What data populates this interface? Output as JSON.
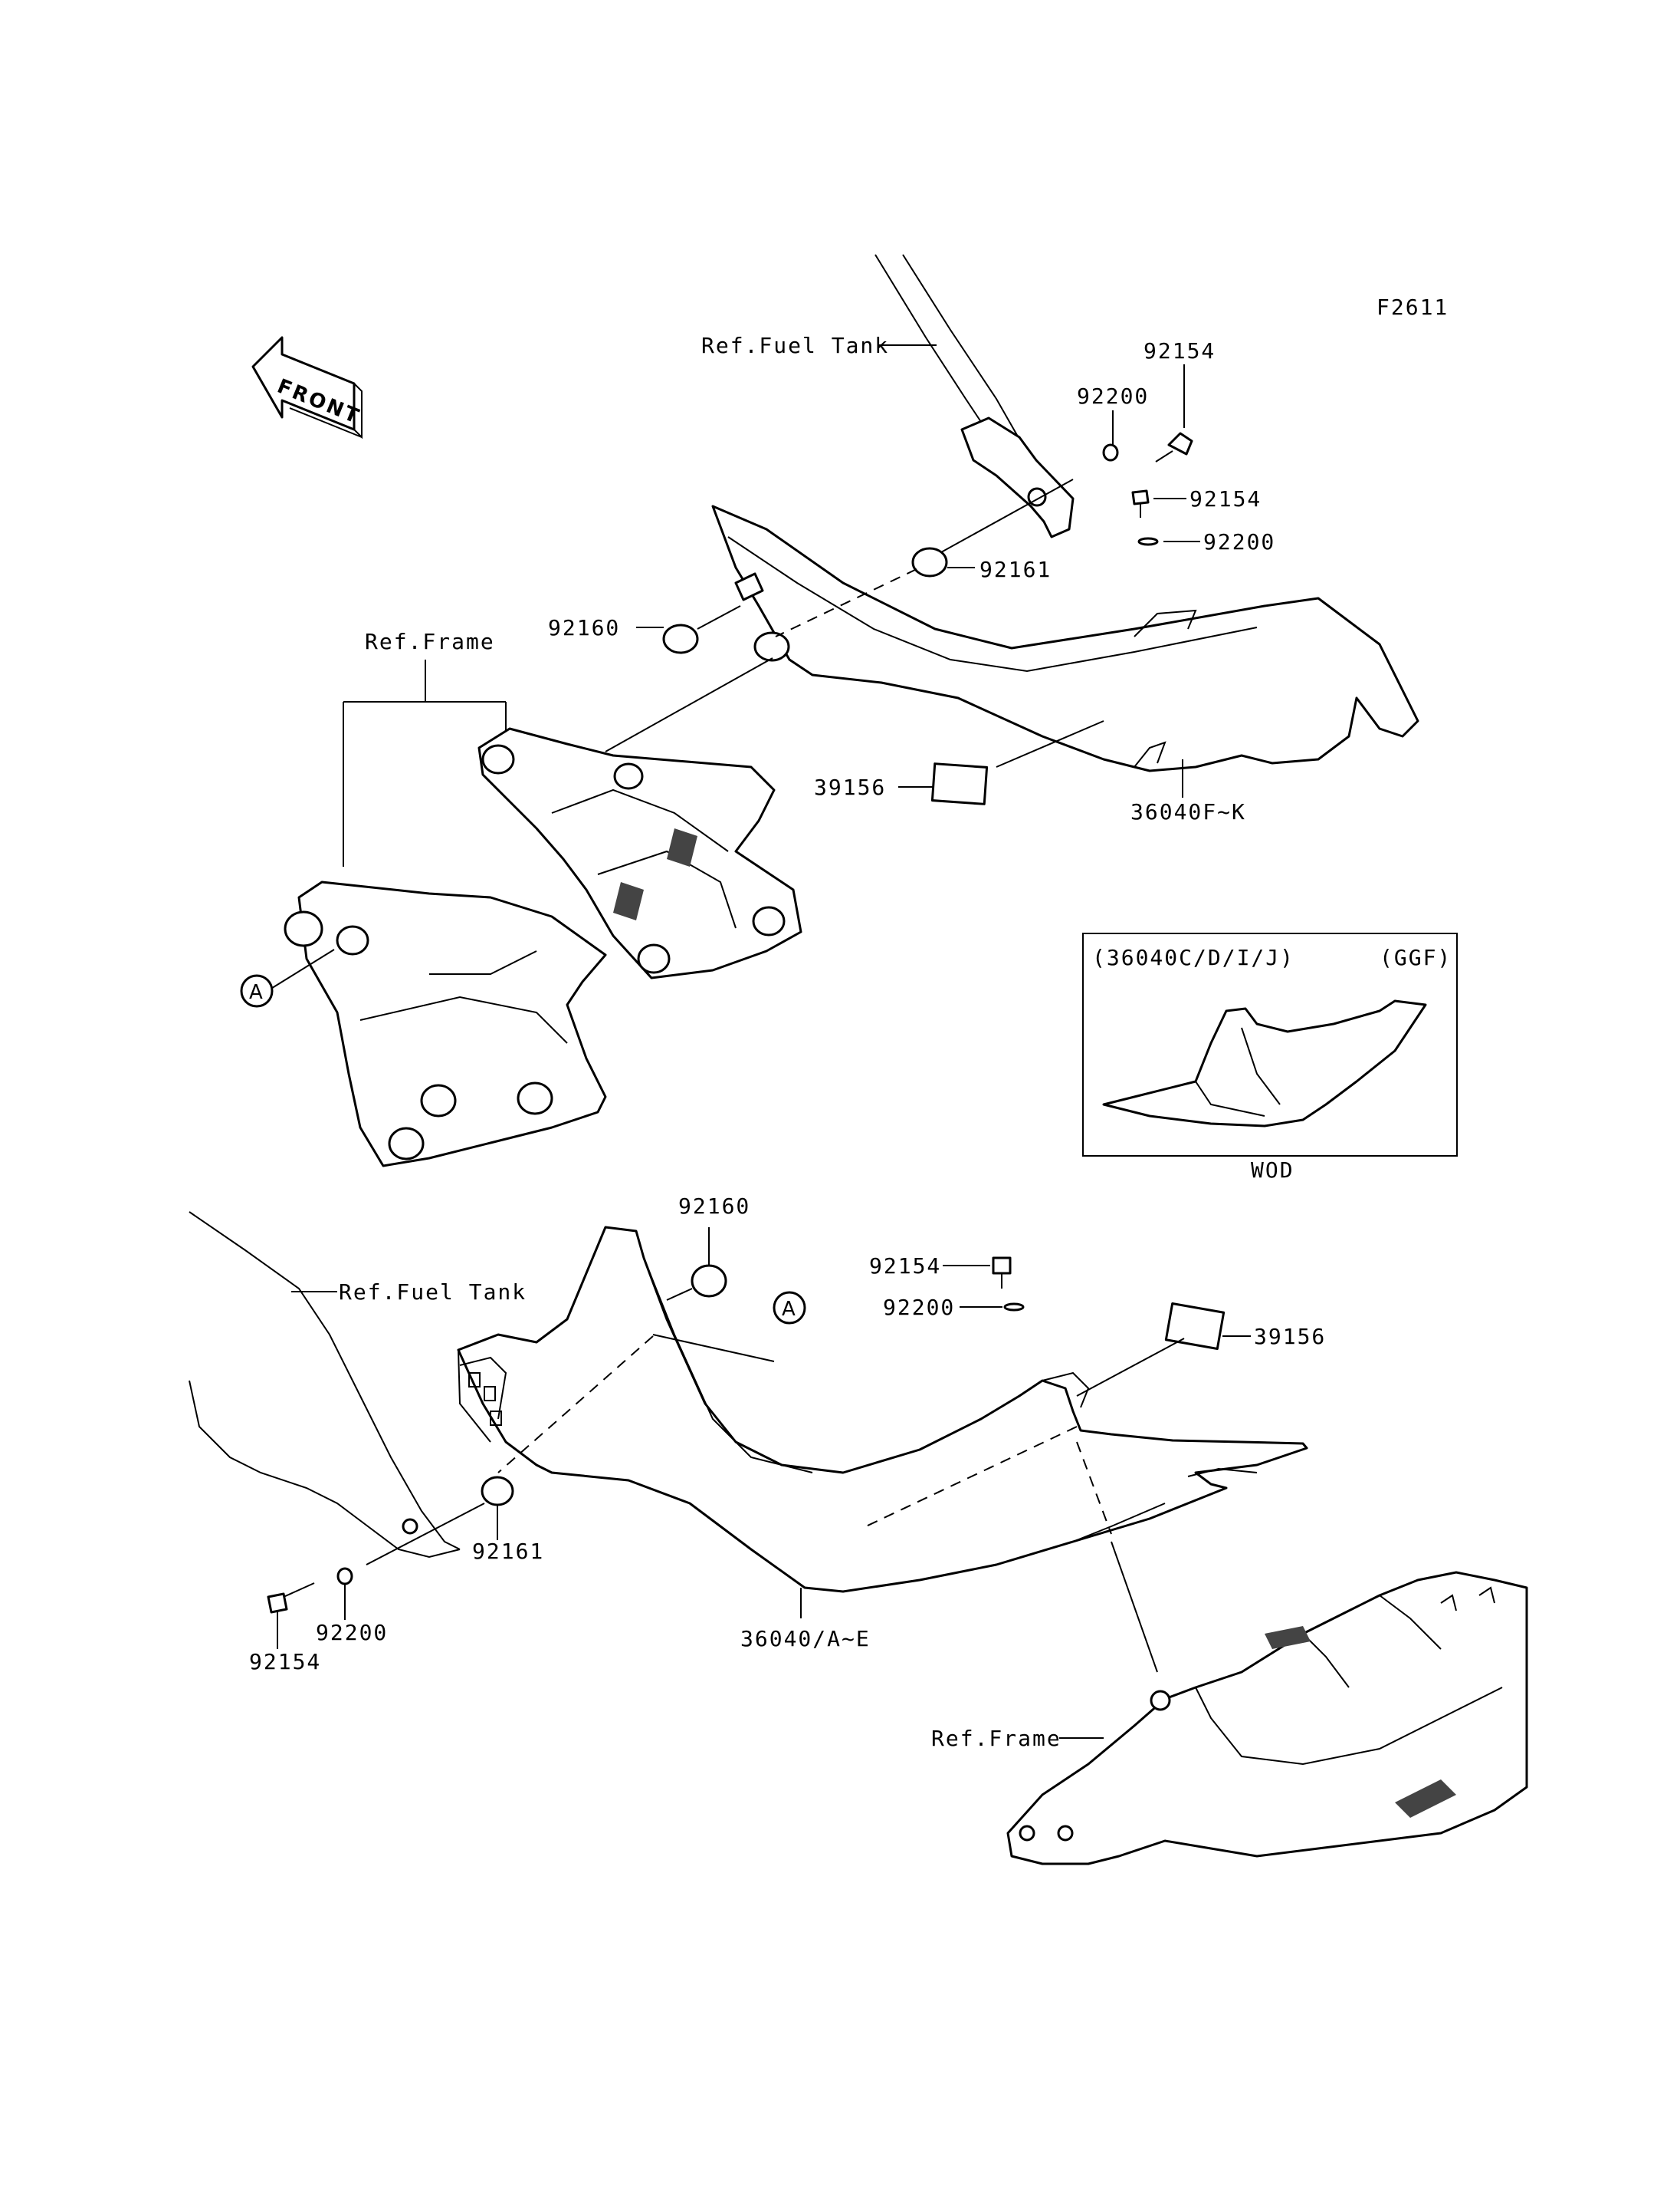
{
  "figure_code": "F2611",
  "front_arrow": {
    "label": "FRONT"
  },
  "callout_letter": "A",
  "labels": {
    "ref_fuel_tank_top": "Ref.Fuel Tank",
    "ref_fuel_tank_bottom": "Ref.Fuel Tank",
    "ref_frame_top": "Ref.Frame",
    "ref_frame_bottom": "Ref.Frame",
    "part_92154_a": "92154",
    "part_92200_a": "92200",
    "part_92154_b": "92154",
    "part_92200_b": "92200",
    "part_92161_a": "92161",
    "part_92160_a": "92160",
    "part_39156_a": "39156",
    "part_36040_fk": "36040F~K",
    "part_92160_b": "92160",
    "part_92154_c": "92154",
    "part_92200_c": "92200",
    "part_39156_b": "39156",
    "part_92161_b": "92161",
    "part_92200_d": "92200",
    "part_92154_d": "92154",
    "part_36040_ae": "36040/A~E"
  },
  "inset": {
    "variant": "(36040C/D/I/J)",
    "code": "(GGF)",
    "caption": "WOD"
  }
}
